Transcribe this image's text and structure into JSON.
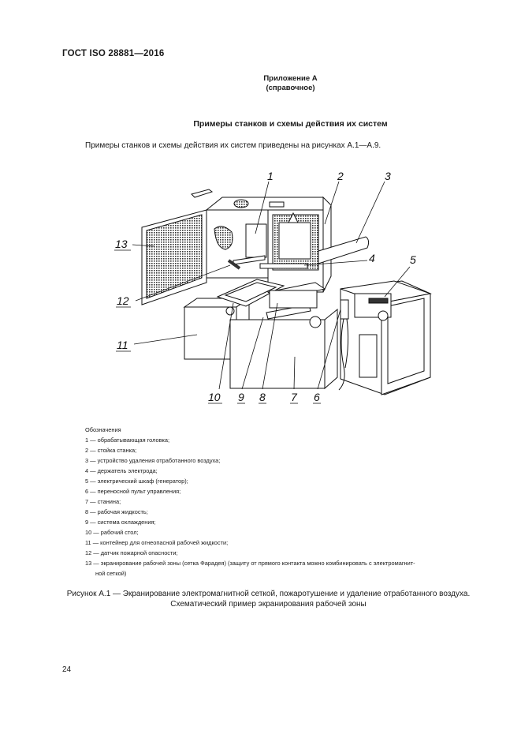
{
  "header": {
    "standard": "ГОСТ ISO 28881—2016"
  },
  "appendix": {
    "title": "Приложение А",
    "subtitle": "(справочное)"
  },
  "section": {
    "heading": "Примеры станков и схемы действия их систем",
    "intro": "Примеры станков и схемы действия их систем приведены на рисунках А.1—А.9."
  },
  "figure": {
    "callouts": [
      "1",
      "2",
      "3",
      "4",
      "5",
      "6",
      "7",
      "8",
      "9",
      "10",
      "11",
      "12",
      "13"
    ]
  },
  "legend": {
    "title": "Обозначения",
    "items": [
      "1 — обрабатывающая головка;",
      "2 — стойка станка;",
      "3 — устройство удаления отработанного воздуха;",
      "4 — держатель электрода;",
      "5 — электрический шкаф (генератор);",
      "6 — переносной пульт управления;",
      "7 — станина;",
      "8 — рабочая жидкость;",
      "9 — система охлаждения;",
      "10 — рабочий стол;",
      "11 — контейнер для огнеопасной рабочей жидкости;",
      "12 — датчик пожарной опасности;",
      "13 — экранирование рабочей зоны (сетка Фарадея) (защиту от прямого контакта можно комбинировать с электромагнит-"
    ],
    "item13_cont": "ной сеткой)"
  },
  "caption": {
    "line1": "Рисунок А.1 — Экранирование электромагнитной сеткой, пожаротушение и удаление отработанного воздуха.",
    "line2": "Схематический пример экранирования рабочей зоны"
  },
  "page_number": "24"
}
